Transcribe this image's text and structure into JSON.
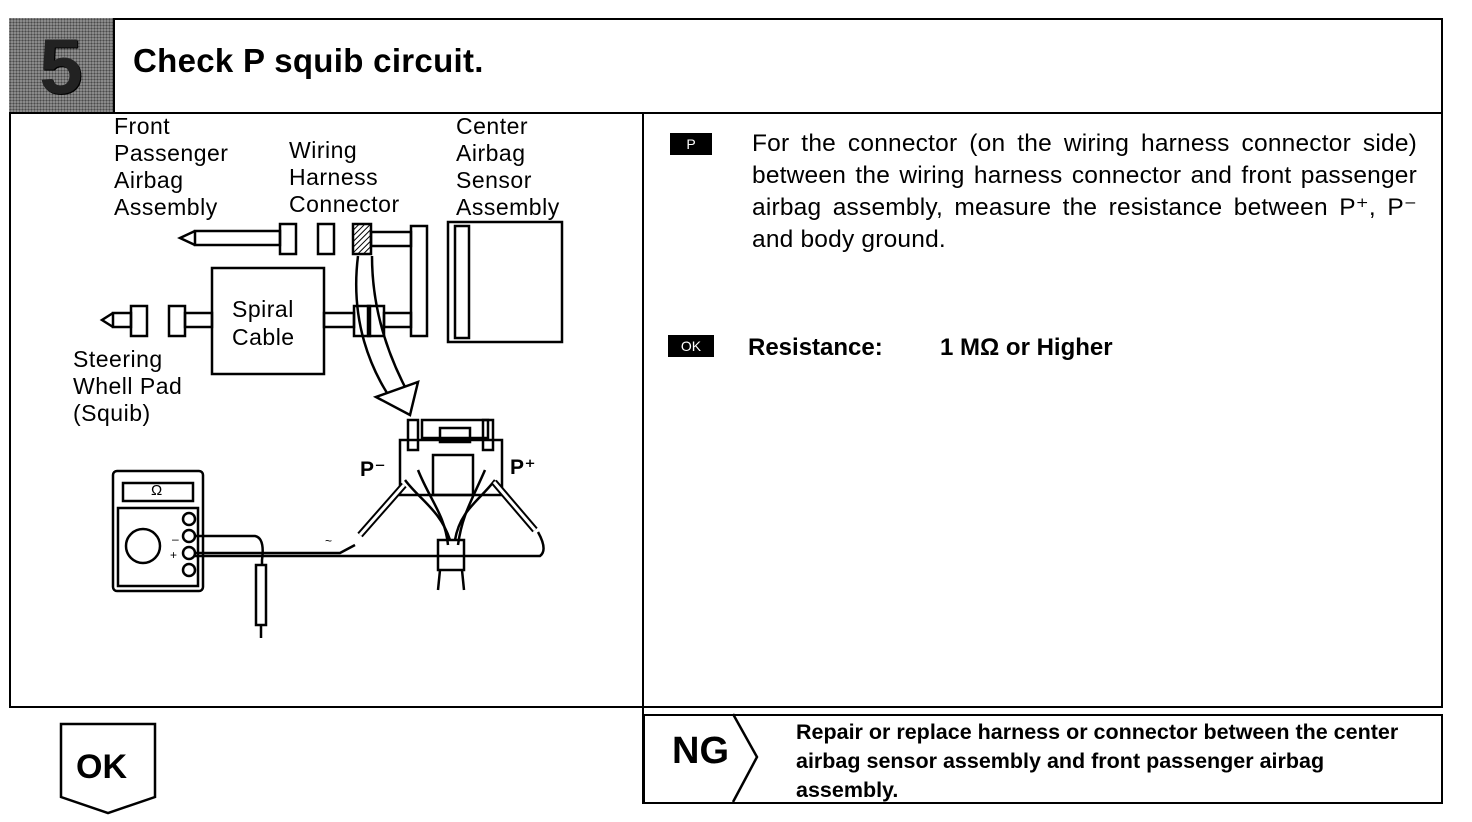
{
  "header": {
    "step_number": "5",
    "title": "Check P squib circuit."
  },
  "diagram": {
    "labels": {
      "front_passenger_airbag": "Front\nPassenger\nAirbag\nAssembly",
      "wiring_harness_connector": "Wiring\nHarness\nConnector",
      "center_airbag_sensor": "Center\nAirbag\nSensor\nAssembly",
      "spiral_cable": "Spiral\nCable",
      "steering_wheel_pad": "Steering\nWhell Pad\n(Squib)",
      "p_minus": "P⁻",
      "p_plus": "P⁺",
      "ohmmeter_display": "Ω"
    }
  },
  "instructions": {
    "tag": "P",
    "text": "For the connector (on the wiring harness connector side) between the wiring harness connector and front passenger airbag assembly, measure the resistance between P⁺, P⁻ and body ground."
  },
  "ok_criteria": {
    "tag": "OK",
    "label": "Resistance:",
    "value": "1 MΩ or Higher"
  },
  "results": {
    "ok_label": "OK",
    "ng_label": "NG",
    "ng_action": "Repair or replace harness or connector between the center airbag sensor assembly and front passenger airbag assembly."
  }
}
